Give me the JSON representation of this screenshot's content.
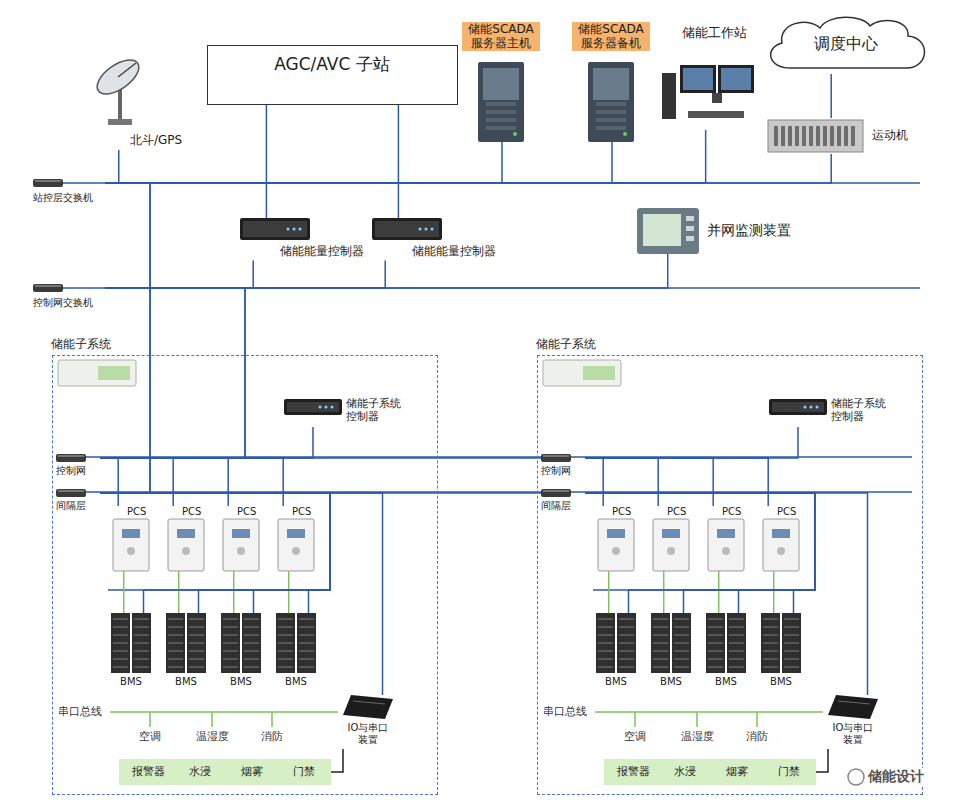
{
  "diagram": {
    "nodes": [
      {
        "text": [
          "北斗/GPS"
        ]
      },
      {
        "text": [
          "AGC/AVC 子站"
        ]
      },
      {
        "text": [
          "储能SCADA 服务器主机"
        ]
      },
      {
        "text": [
          "储能SCADA 服务器备机"
        ]
      },
      {
        "text": [
          "储能工作站"
        ]
      },
      {
        "text": [
          "调度中心"
        ]
      },
      {
        "text": [
          "运动机"
        ]
      },
      {
        "text": [
          "站控层交换机"
        ]
      },
      {
        "text": [
          "储能能量控制器"
        ]
      },
      {
        "text": [
          "储能能量控制器"
        ]
      },
      {
        "text": [
          "并网监测装置"
        ]
      },
      {
        "text": [
          "控制网交换机"
        ]
      },
      {
        "text": [
          "储能子系统"
        ]
      },
      {
        "text": [
          "储能子系统 控制器"
        ],
        "in": 12
      },
      {
        "text": [
          "控制网"
        ],
        "in": 12
      },
      {
        "text": [
          "间隔层"
        ],
        "in": 12
      },
      {
        "text": [
          "PCS"
        ],
        "in": 12
      },
      {
        "text": [
          "PCS"
        ],
        "in": 12
      },
      {
        "text": [
          "PCS"
        ],
        "in": 12
      },
      {
        "text": [
          "PCS"
        ],
        "in": 12
      },
      {
        "text": [
          "BMS"
        ],
        "in": 12
      },
      {
        "text": [
          "BMS"
        ],
        "in": 12
      },
      {
        "text": [
          "BMS"
        ],
        "in": 12
      },
      {
        "text": [
          "BMS"
        ],
        "in": 12
      },
      {
        "text": [
          "IO与串口 装置"
        ],
        "in": 12
      },
      {
        "text": [
          "报警器",
          "水浸",
          "烟雾",
          "门禁"
        ],
        "in": 12
      },
      {
        "text": [
          "储能子系统"
        ]
      },
      {
        "text": [
          "储能子系统 控制器"
        ],
        "in": 26
      },
      {
        "text": [
          "控制网"
        ],
        "in": 26
      },
      {
        "text": [
          "间隔层"
        ],
        "in": 26
      },
      {
        "text": [
          "PCS"
        ],
        "in": 26
      },
      {
        "text": [
          "PCS"
        ],
        "in": 26
      },
      {
        "text": [
          "PCS"
        ],
        "in": 26
      },
      {
        "text": [
          "PCS"
        ],
        "in": 26
      },
      {
        "text": [
          "BMS"
        ],
        "in": 26
      },
      {
        "text": [
          "BMS"
        ],
        "in": 26
      },
      {
        "text": [
          "BMS"
        ],
        "in": 26
      },
      {
        "text": [
          "BMS"
        ],
        "in": 26
      },
      {
        "text": [
          "IO与串口 装置"
        ],
        "in": 26
      },
      {
        "text": [
          "报警器",
          "水浸",
          "烟雾",
          "门禁"
        ],
        "in": 26
      }
    ],
    "edges": [
      {
        "from": 7,
        "to": 0,
        "arrow": "none"
      },
      {
        "from": 7,
        "to": 2,
        "arrow": "none"
      },
      {
        "from": 7,
        "to": 3,
        "arrow": "none"
      },
      {
        "from": 7,
        "to": 4,
        "arrow": "none"
      },
      {
        "from": 7,
        "to": 6,
        "arrow": "none"
      },
      {
        "from": 5,
        "to": 6,
        "arrow": "none"
      },
      {
        "from": 1,
        "to": 8,
        "arrow": "none"
      },
      {
        "from": 1,
        "to": 9,
        "arrow": "none"
      },
      {
        "from": 11,
        "to": 8,
        "arrow": "none"
      },
      {
        "from": 11,
        "to": 9,
        "arrow": "none"
      },
      {
        "from": 11,
        "to": 10,
        "arrow": "none"
      },
      {
        "from": 11,
        "to": 14,
        "arrow": "none"
      },
      {
        "from": 7,
        "to": 15,
        "arrow": "none"
      },
      {
        "from": 11,
        "to": 28,
        "arrow": "none"
      },
      {
        "from": 7,
        "to": 29,
        "arrow": "none"
      },
      {
        "from": 14,
        "to": 13,
        "arrow": "none"
      },
      {
        "from": 14,
        "to": 16,
        "arrow": "none"
      },
      {
        "from": 14,
        "to": 17,
        "arrow": "none"
      },
      {
        "from": 14,
        "to": 18,
        "arrow": "none"
      },
      {
        "from": 14,
        "to": 19,
        "arrow": "none"
      },
      {
        "from": 16,
        "to": 20,
        "arrow": "none"
      },
      {
        "from": 17,
        "to": 21,
        "arrow": "none"
      },
      {
        "from": 18,
        "to": 22,
        "arrow": "none"
      },
      {
        "from": 19,
        "to": 23,
        "arrow": "none"
      },
      {
        "from": 15,
        "to": 20,
        "arrow": "none"
      },
      {
        "from": 15,
        "to": 21,
        "arrow": "none"
      },
      {
        "from": 15,
        "to": 22,
        "arrow": "none"
      },
      {
        "from": 15,
        "to": 23,
        "arrow": "none"
      },
      {
        "from": 15,
        "to": 24,
        "arrow": "none"
      },
      {
        "from": 24,
        "to": 25,
        "arrow": "none"
      },
      {
        "from": 28,
        "to": 27,
        "arrow": "none"
      },
      {
        "from": 28,
        "to": 30,
        "arrow": "none"
      },
      {
        "from": 28,
        "to": 31,
        "arrow": "none"
      },
      {
        "from": 28,
        "to": 32,
        "arrow": "none"
      },
      {
        "from": 28,
        "to": 33,
        "arrow": "none"
      },
      {
        "from": 30,
        "to": 34,
        "arrow": "none"
      },
      {
        "from": 31,
        "to": 35,
        "arrow": "none"
      },
      {
        "from": 32,
        "to": 36,
        "arrow": "none"
      },
      {
        "from": 33,
        "to": 37,
        "arrow": "none"
      },
      {
        "from": 29,
        "to": 34,
        "arrow": "none"
      },
      {
        "from": 29,
        "to": 35,
        "arrow": "none"
      },
      {
        "from": 29,
        "to": 36,
        "arrow": "none"
      },
      {
        "from": 29,
        "to": 37,
        "arrow": "none"
      },
      {
        "from": 29,
        "to": 38,
        "arrow": "none"
      },
      {
        "from": 38,
        "to": 39,
        "arrow": "none"
      }
    ],
    "labels": [
      "串口总线",
      "空调",
      "温湿度",
      "消防",
      "串口总线",
      "空调",
      "温湿度",
      "消防",
      "储能设计"
    ]
  }
}
